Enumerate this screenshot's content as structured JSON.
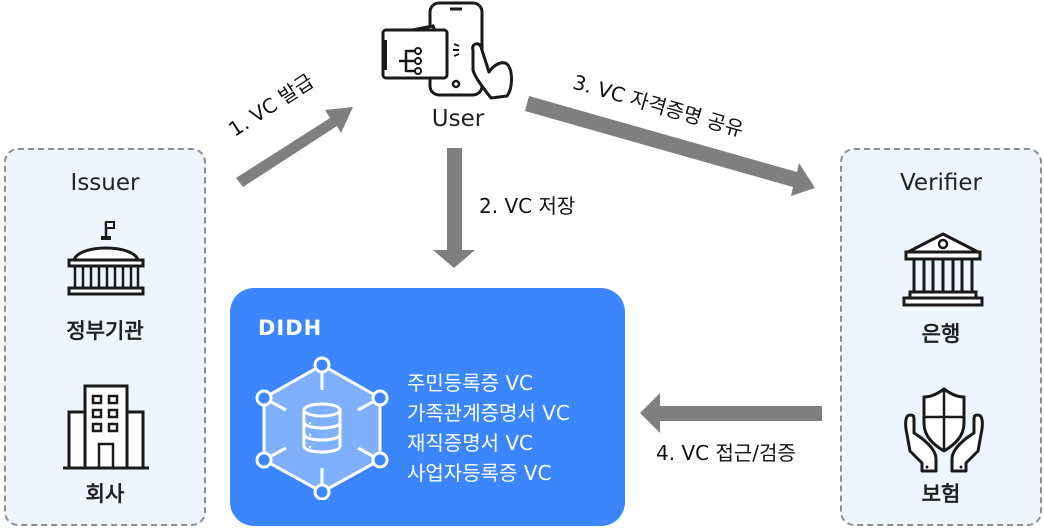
{
  "colors": {
    "panel_bg": "#eef5fe",
    "panel_border": "#8a8f96",
    "didh_bg": "#3b86fd",
    "arrow": "#7f7f7f",
    "text": "#1a1a1a"
  },
  "user": {
    "label": "User",
    "icon": "phone-wallet-touch-icon"
  },
  "issuer": {
    "title": "Issuer",
    "entities": [
      {
        "label": "정부기관",
        "icon": "government-building-icon"
      },
      {
        "label": "회사",
        "icon": "office-building-icon"
      }
    ]
  },
  "verifier": {
    "title": "Verifier",
    "entities": [
      {
        "label": "은행",
        "icon": "bank-icon"
      },
      {
        "label": "보험",
        "icon": "insurance-shield-hands-icon"
      }
    ]
  },
  "didh": {
    "title": "DIDH",
    "icon": "database-network-icon",
    "vc_list": [
      "주민등록증 VC",
      "가족관계증명서 VC",
      "재직증명서 VC",
      "사업자등록증 VC"
    ]
  },
  "flows": [
    {
      "step": "1. VC 발급",
      "from": "Issuer",
      "to": "User"
    },
    {
      "step": "2. VC 저장",
      "from": "User",
      "to": "DIDH"
    },
    {
      "step": "3. VC 자격증명 공유",
      "from": "User",
      "to": "Verifier"
    },
    {
      "step": "4. VC 접근/검증",
      "from": "Verifier",
      "to": "DIDH"
    }
  ]
}
